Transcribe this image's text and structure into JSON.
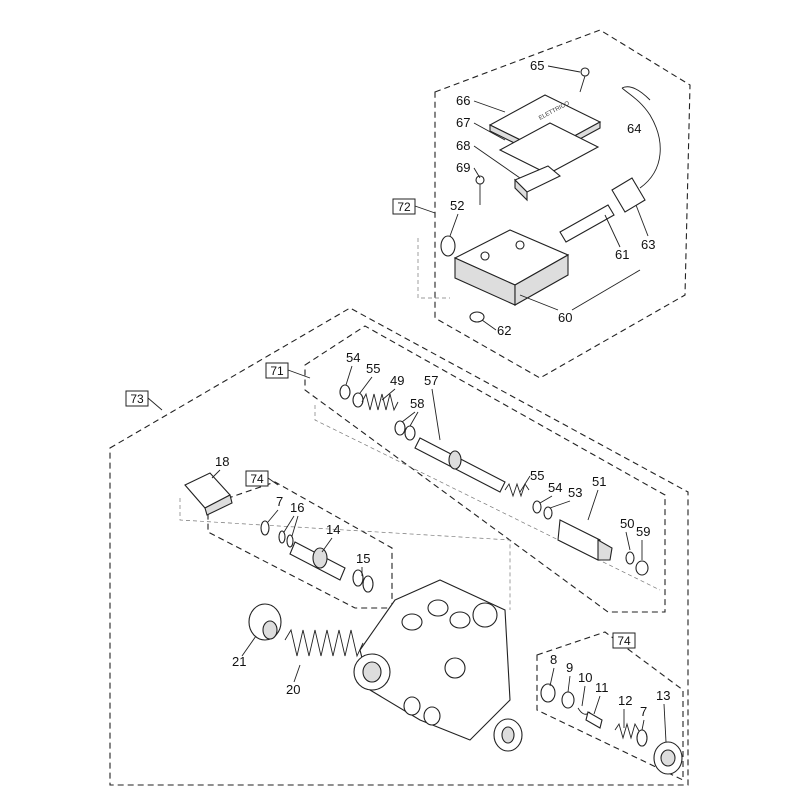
{
  "diagram": {
    "group_refs": [
      {
        "id": "grp-73",
        "text": "73"
      },
      {
        "id": "grp-72",
        "text": "72"
      },
      {
        "id": "grp-71",
        "text": "71"
      },
      {
        "id": "grp-74a",
        "text": "74"
      },
      {
        "id": "grp-74b",
        "text": "74"
      }
    ],
    "callouts": [
      {
        "text": "65"
      },
      {
        "text": "66"
      },
      {
        "text": "67"
      },
      {
        "text": "68"
      },
      {
        "text": "69"
      },
      {
        "text": "64"
      },
      {
        "text": "52"
      },
      {
        "text": "63"
      },
      {
        "text": "61"
      },
      {
        "text": "60"
      },
      {
        "text": "62"
      },
      {
        "text": "54"
      },
      {
        "text": "55"
      },
      {
        "text": "49"
      },
      {
        "text": "57"
      },
      {
        "text": "58"
      },
      {
        "text": "55"
      },
      {
        "text": "54"
      },
      {
        "text": "53"
      },
      {
        "text": "51"
      },
      {
        "text": "50"
      },
      {
        "text": "59"
      },
      {
        "text": "18"
      },
      {
        "text": "7"
      },
      {
        "text": "16"
      },
      {
        "text": "14"
      },
      {
        "text": "15"
      },
      {
        "text": "21"
      },
      {
        "text": "20"
      },
      {
        "text": "8"
      },
      {
        "text": "9"
      },
      {
        "text": "10"
      },
      {
        "text": "11"
      },
      {
        "text": "12"
      },
      {
        "text": "7"
      },
      {
        "text": "13"
      }
    ],
    "switch_label": "ELETTRICO"
  }
}
